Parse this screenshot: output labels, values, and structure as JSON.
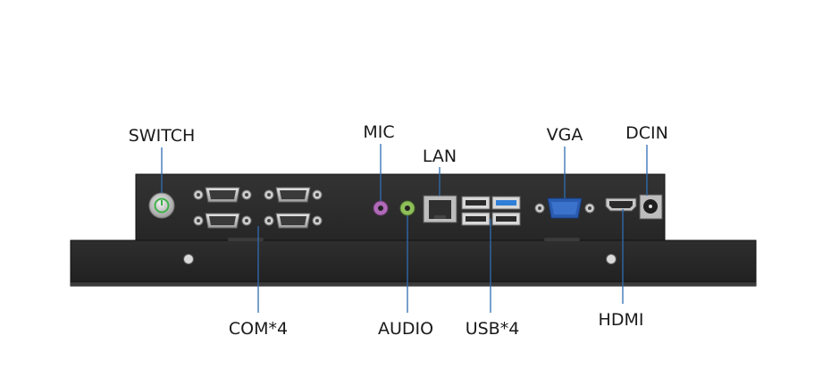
{
  "labels": {
    "switch": "SWITCH",
    "mic": "MIC",
    "lan": "LAN",
    "vga": "VGA",
    "dcin": "DCIN",
    "com": "COM*4",
    "audio": "AUDIO",
    "usb": "USB*4",
    "hdmi": "HDMI"
  },
  "colors": {
    "chassis": "#2b2b2b",
    "leader": "#2f6db3",
    "power_ring": "#3fb24a",
    "vga_port": "#2a5db0",
    "mic_jack": "#b06ab8",
    "audio_jack": "#8fbf5a",
    "usb3_tongue": "#2f7fd8"
  }
}
